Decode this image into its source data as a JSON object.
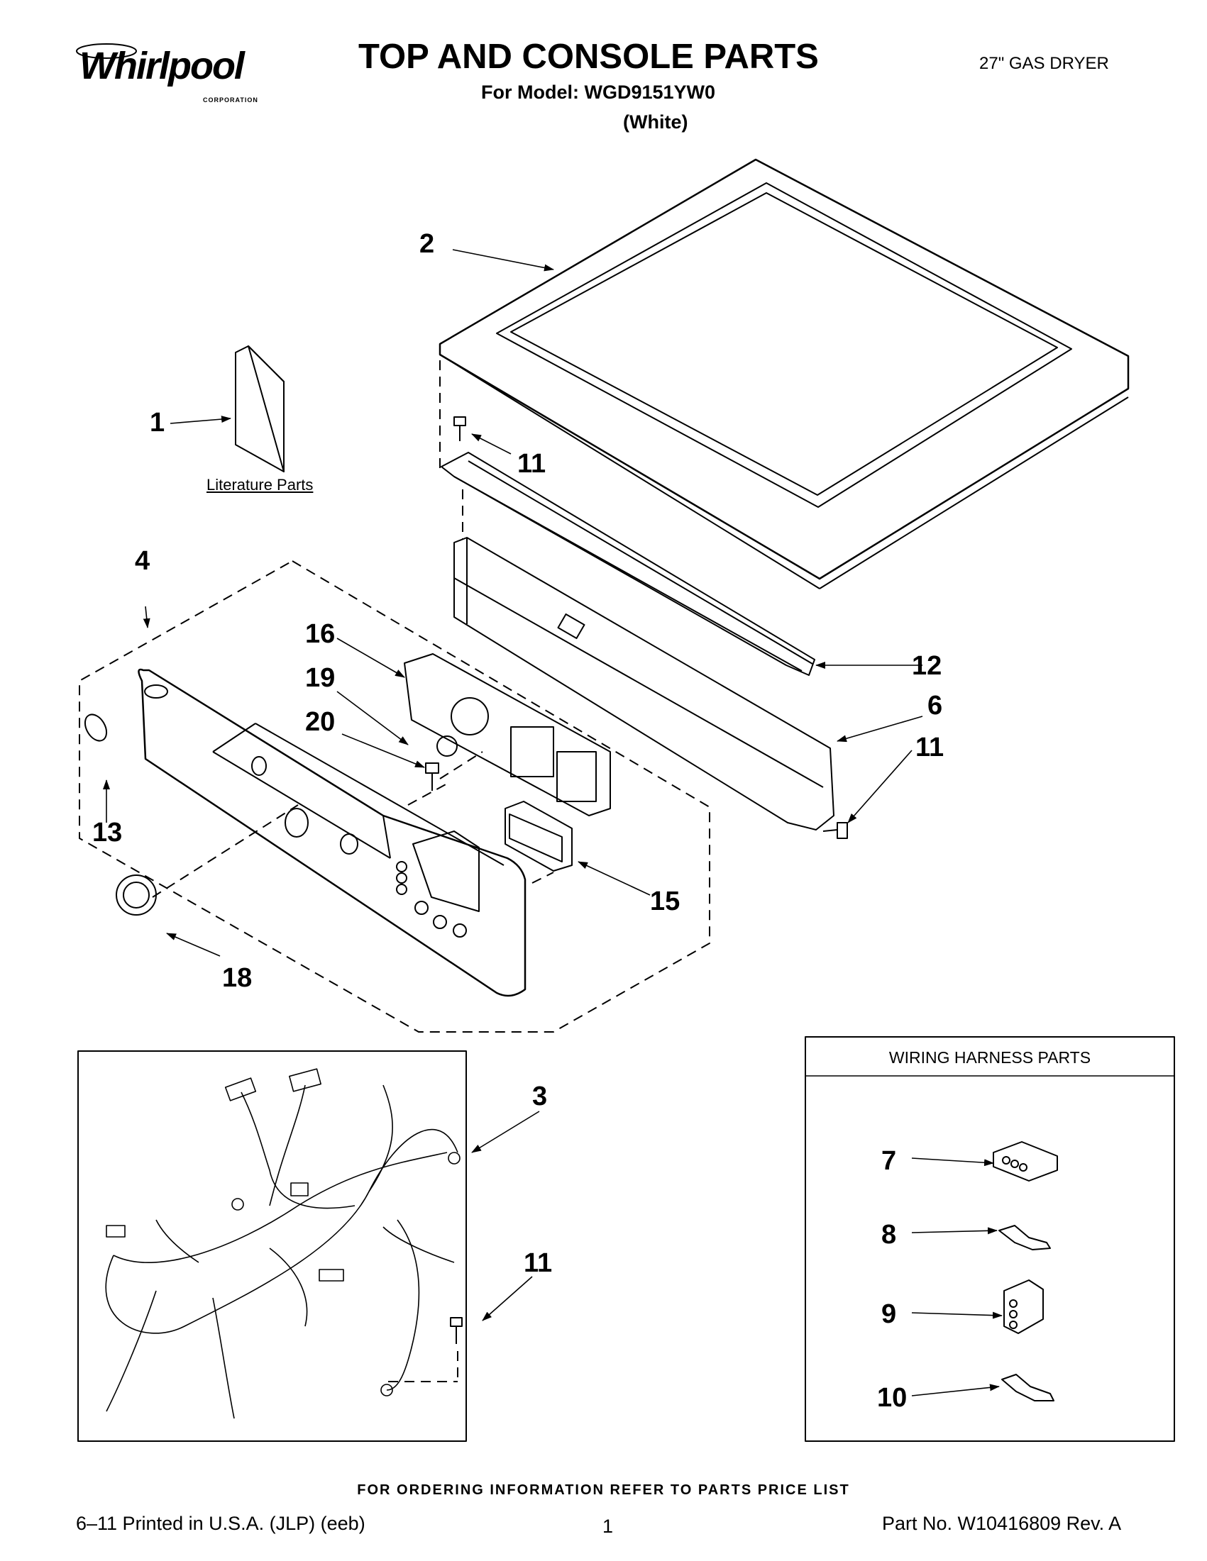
{
  "header": {
    "brand": "Whirlpool",
    "brand_sub": "CORPORATION",
    "title": "TOP AND CONSOLE PARTS",
    "model_line": "For Model: WGD9151YW0",
    "color_line": "(White)",
    "product": "27\" GAS DRYER"
  },
  "callouts": {
    "c1": "1",
    "c2": "2",
    "c3": "3",
    "c4": "4",
    "c6": "6",
    "c7": "7",
    "c8": "8",
    "c9": "9",
    "c10": "10",
    "c11a": "11",
    "c11b": "11",
    "c11c": "11",
    "c12": "12",
    "c13": "13",
    "c15": "15",
    "c16": "16",
    "c18": "18",
    "c19": "19",
    "c20": "20"
  },
  "labels": {
    "literature": "Literature Parts",
    "wiring_harness_title": "WIRING HARNESS PARTS"
  },
  "footer": {
    "ordering_note": "FOR ORDERING INFORMATION REFER TO PARTS PRICE LIST",
    "printed": "6–11 Printed in U.S.A. (JLP) (eeb)",
    "page": "1",
    "part_no": "Part No. W10416809 Rev. A"
  }
}
